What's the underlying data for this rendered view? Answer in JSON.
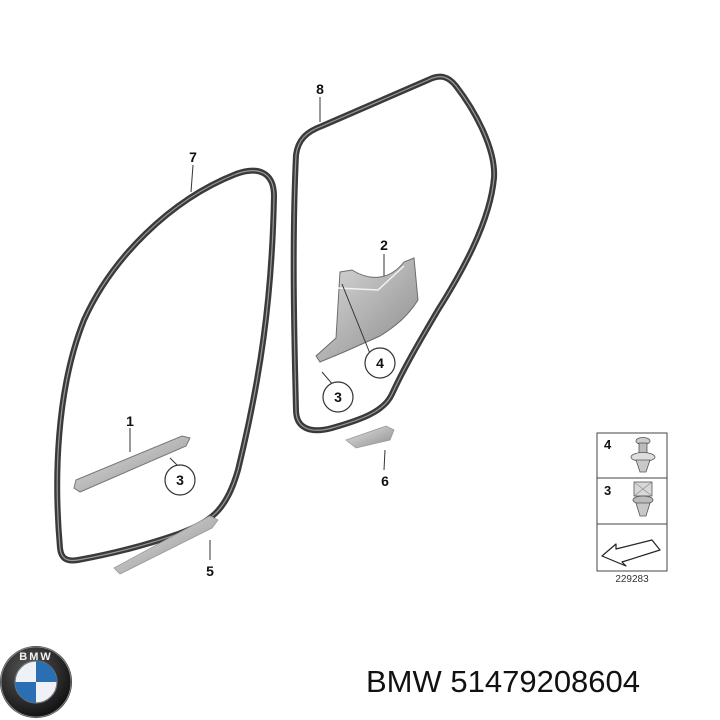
{
  "diagram": {
    "callouts": {
      "c1": "1",
      "c2": "2",
      "c3a": "3",
      "c3b": "3",
      "c4": "4",
      "c5": "5",
      "c6": "6",
      "c7": "7",
      "c8": "8"
    },
    "legend": {
      "row1": "4",
      "row2": "3",
      "ref_number": "229283"
    }
  },
  "brand": {
    "logo_text": "BMW",
    "caption": "BMW 51479208604"
  }
}
